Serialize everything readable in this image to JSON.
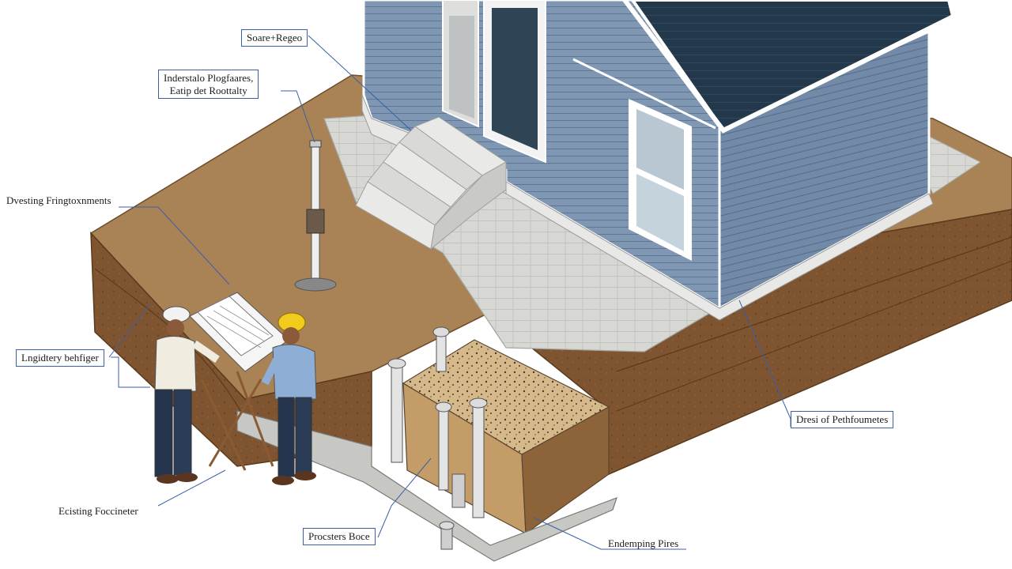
{
  "labels": {
    "service_region": "Soare+Regeo",
    "understate_line1": "Inderstalo Plogfaares,",
    "understate_line2": "Eatip det Roottalty",
    "dwelling": "Dvesting Fringtoxnments",
    "engineer": "Lngidtery behfiger",
    "existing_foundation": "Ecisting Foccineter",
    "procedures": "Procsters Boce",
    "dress": "Dresi of Pethfoumetes",
    "underpinning": "Endemping Pires"
  },
  "colors": {
    "siding": "#7f97b3",
    "roof": "#22384a",
    "soil_top": "#a98355",
    "soil_side": "#7e5530",
    "gravel": "#d6b98a",
    "concrete": "#d9d9d6",
    "leader": "#3b5fa8"
  }
}
